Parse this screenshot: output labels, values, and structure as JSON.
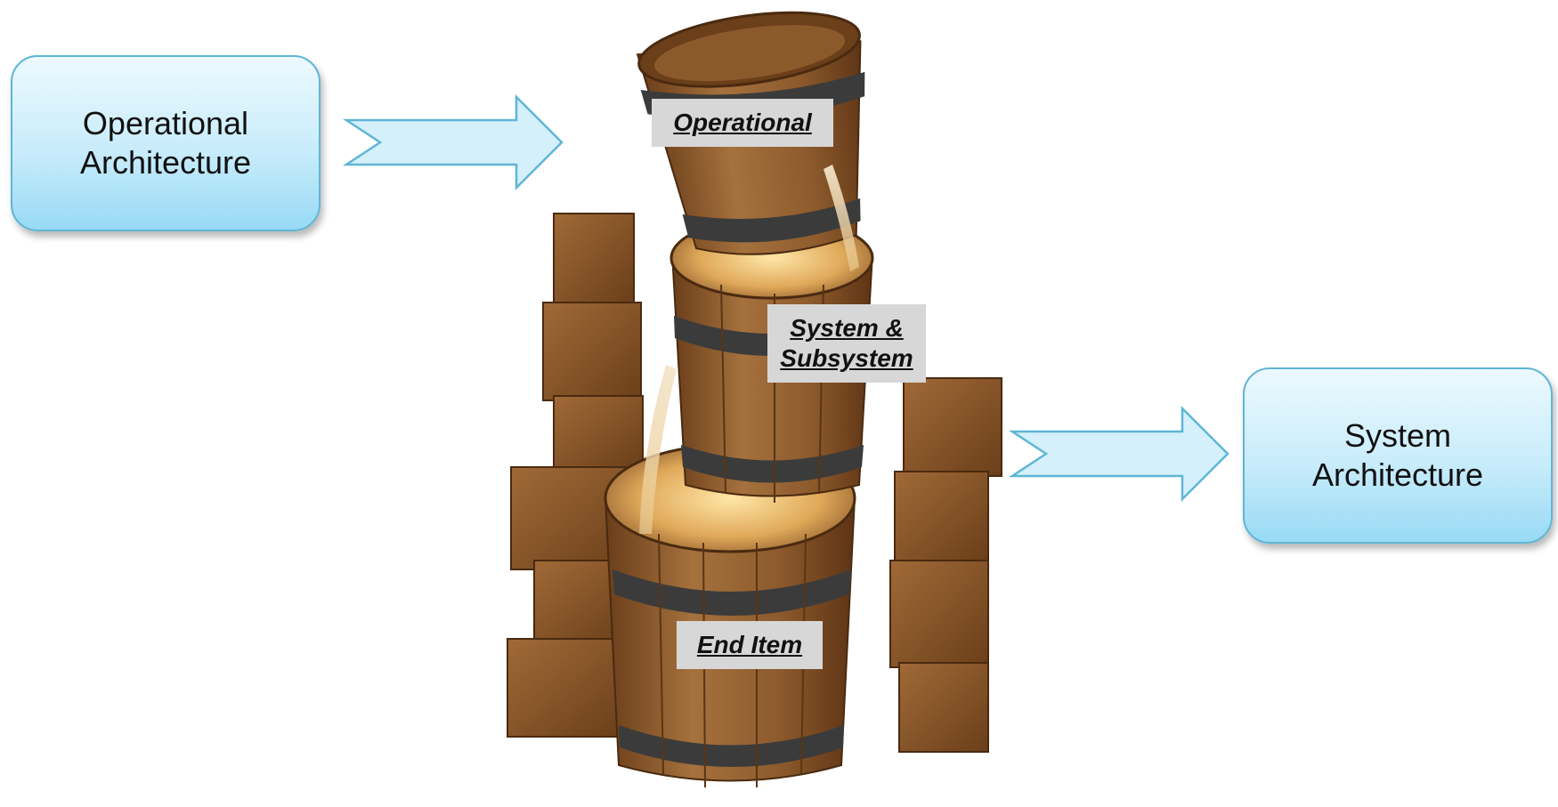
{
  "boxes": {
    "operational": "Operational\nArchitecture",
    "system": "System\nArchitecture"
  },
  "labels": {
    "operational": "Operational",
    "subsystem": "System &\nSubsystem",
    "end_item": "End Item"
  },
  "colors": {
    "box_border": "#5fb6d6",
    "box_fill_top": "#ecf9fe",
    "box_fill_bottom": "#98daf5",
    "arrow_fill": "#d3f0fb",
    "arrow_stroke": "#5fb6d6",
    "label_bg": "#d7d7d7",
    "wood": "#8b5a2b",
    "iron_band": "#3b3b3b"
  },
  "icons": {
    "arrow": "chevron-arrow-right",
    "illustration": "wooden-barrel-fountain"
  }
}
